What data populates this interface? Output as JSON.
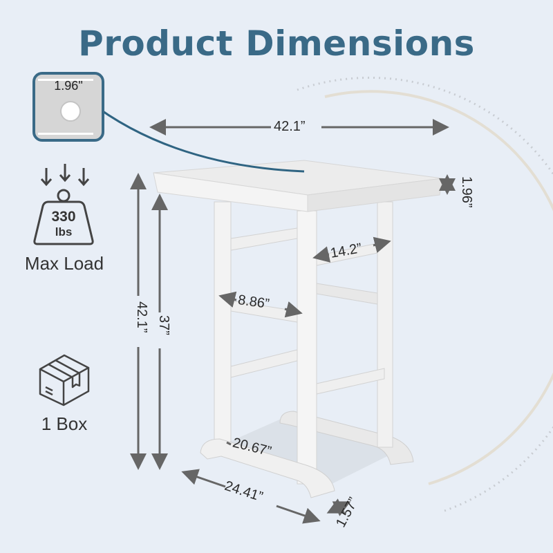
{
  "title": "Product Dimensions",
  "colors": {
    "title": "#3a6a87",
    "background": "#e8eef6",
    "arrow": "#666666",
    "callout": "#2f6482"
  },
  "detail_callout": {
    "label": "1.96\"",
    "icon": "tabletop-hole-detail"
  },
  "features": [
    {
      "icon": "weight-icon",
      "value": "330",
      "unit": "lbs",
      "label": "Max Load"
    },
    {
      "icon": "box-icon",
      "label": "1 Box"
    }
  ],
  "dimensions": {
    "top_width": "42.1”",
    "top_thickness": "1.96”",
    "total_height": "42.1”",
    "leg_height": "37”",
    "side_rail": "14.2”",
    "front_rail": "8.86”",
    "foot_span": "20.67”",
    "base_depth": "24.41”",
    "foot_width": "1.57”"
  }
}
